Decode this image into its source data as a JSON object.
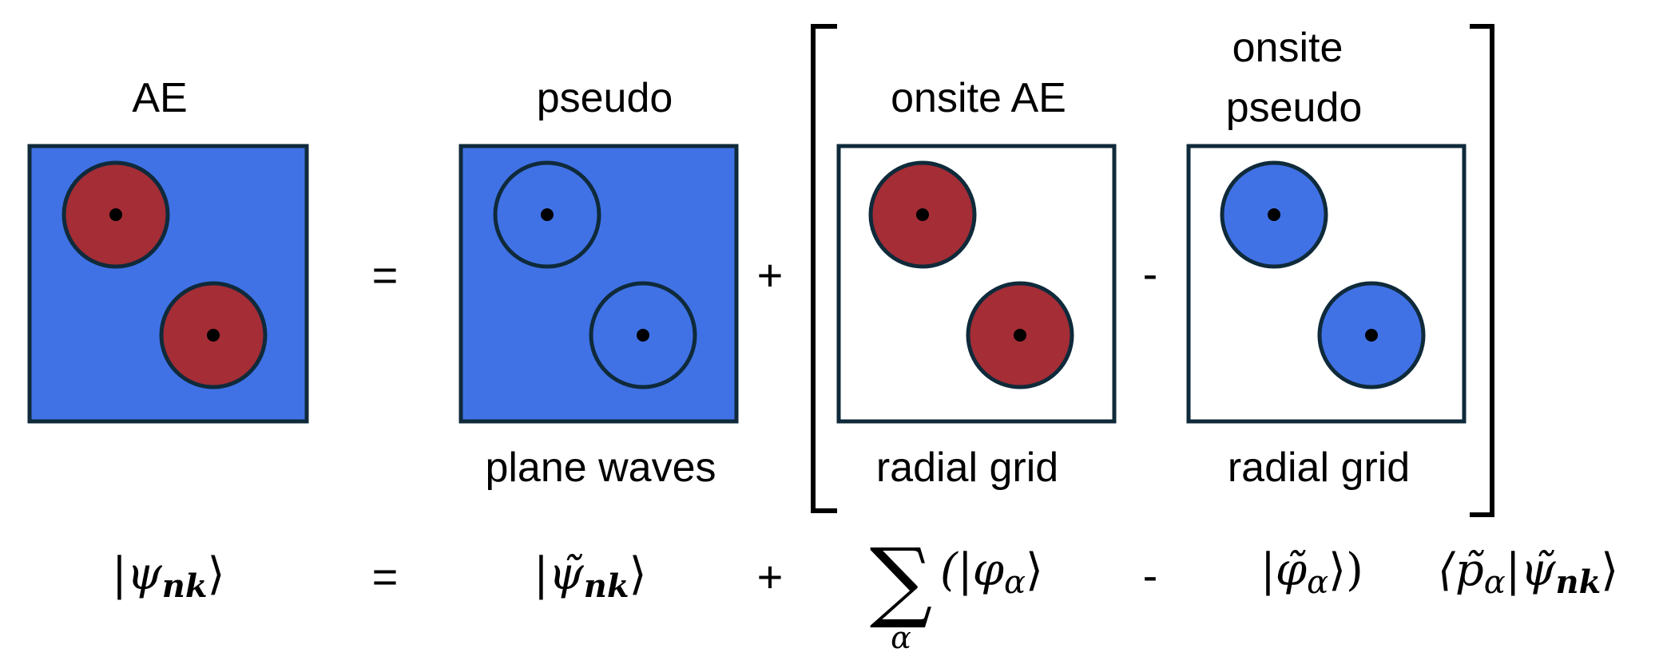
{
  "colors": {
    "blue_fill": "#4072e6",
    "red_fill": "#a42d36",
    "outline": "#0f2a3a",
    "white": "#ffffff",
    "black": "#000000"
  },
  "panels": {
    "ae": {
      "title": "AE",
      "subtitle": ""
    },
    "pseudo": {
      "title": "pseudo",
      "subtitle": "plane waves"
    },
    "onsite_ae": {
      "title": "onsite AE",
      "subtitle": "radial grid"
    },
    "onsite_pseudo": {
      "title_line1": "onsite",
      "title_line2": "pseudo",
      "subtitle": "radial grid"
    }
  },
  "operators": {
    "equals_top": "=",
    "plus_top": "+",
    "minus_top": "-",
    "equals_bottom": "=",
    "plus_bottom": "+",
    "minus_bottom": "-"
  },
  "formula": {
    "psi_ae": "|ψ",
    "psi_ae_sub": "nk",
    "psi_ae_close": "⟩",
    "psi_pseudo": "|ψ̃",
    "psi_pseudo_sub": "nk",
    "psi_pseudo_close": "⟩",
    "sum_symbol": "∑",
    "sum_index": "α",
    "phi_ae": "(|φ",
    "phi_ae_sub": "α",
    "phi_ae_close": "⟩",
    "phi_pseudo": "|φ̃",
    "phi_pseudo_sub": "α",
    "phi_pseudo_close": "⟩)",
    "projector": "⟨p̃",
    "projector_sub": "α",
    "projector_mid": "|ψ̃",
    "projector_sub2": "nk",
    "projector_close": "⟩"
  }
}
